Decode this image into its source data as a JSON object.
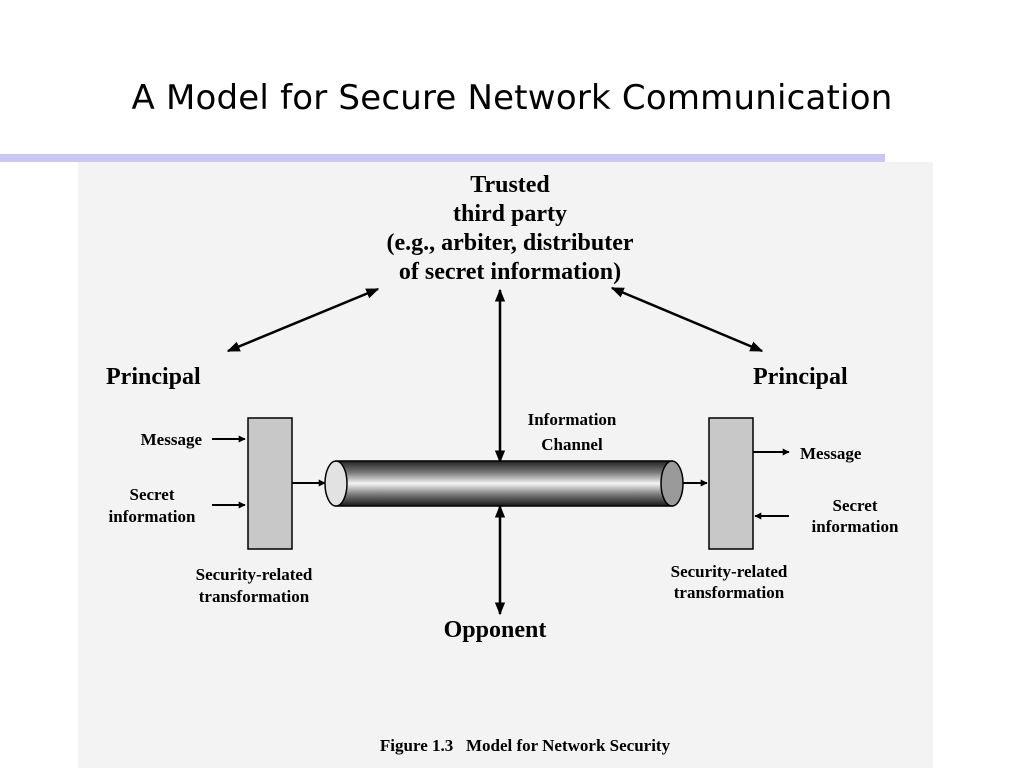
{
  "slide": {
    "title": "A Model for Secure Network Communication"
  },
  "diagram": {
    "trusted_third_party": {
      "lines": [
        "Trusted",
        "third party",
        "(e.g., arbiter, distributer",
        "of secret information)"
      ]
    },
    "principal_left": "Principal",
    "principal_right": "Principal",
    "left_inputs": {
      "message": "Message",
      "secret": [
        "Secret",
        "information"
      ]
    },
    "right_outputs": {
      "message": "Message",
      "secret": [
        "Secret",
        "information"
      ]
    },
    "channel_label": [
      "Information",
      "Channel"
    ],
    "transform_left": [
      "Security-related",
      "transformation"
    ],
    "transform_right": [
      "Security-related",
      "transformation"
    ],
    "opponent": "Opponent",
    "caption": "Figure 1.3   Model for Network Security",
    "colors": {
      "panel": "#f3f3f3",
      "box": "#c8c8c8",
      "rule": "#c8c8f4"
    }
  }
}
